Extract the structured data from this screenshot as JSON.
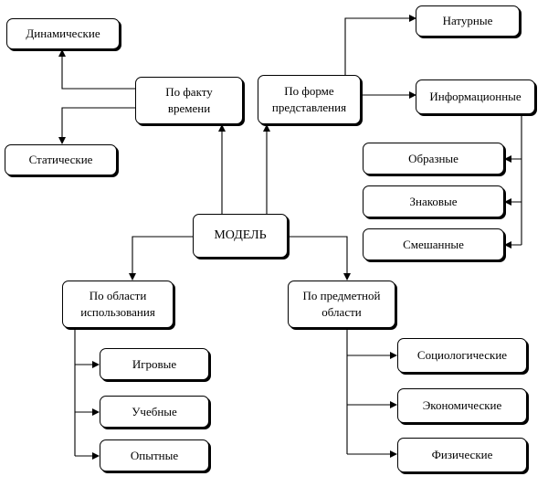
{
  "nodes": {
    "root": "МОДЕЛЬ",
    "by_time": "По факту\nвремени",
    "dynamic": "Динамические",
    "static": "Статические",
    "by_form": "По форме\nпредставления",
    "natural": "Натурные",
    "informational": "Информационные",
    "figurative": "Образные",
    "sign": "Знаковые",
    "mixed": "Смешанные",
    "by_usage": "По области\nиспользования",
    "game": "Игровые",
    "educational": "Учебные",
    "experimental": "Опытные",
    "by_subject": "По предметной\nобласти",
    "sociological": "Социологические",
    "economic": "Экономические",
    "physical": "Физические"
  }
}
